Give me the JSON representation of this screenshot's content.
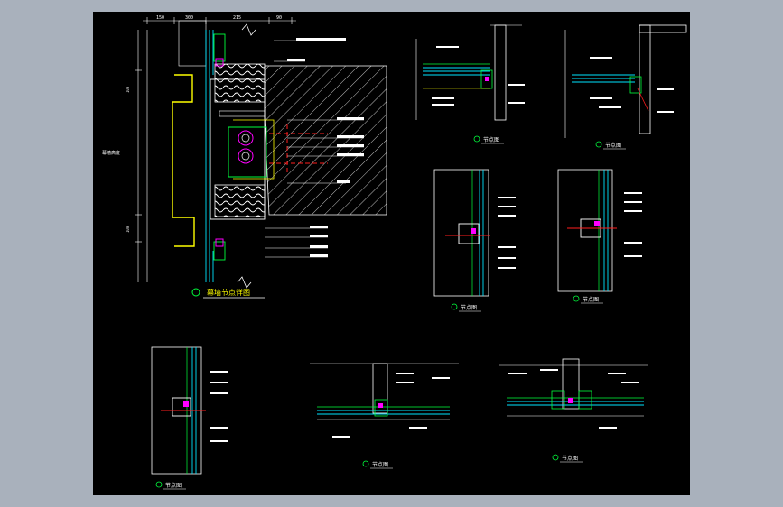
{
  "drawing": {
    "main_title": "幕墙节点详图",
    "detail_titles": [
      "节点图",
      "节点图",
      "节点图",
      "节点图",
      "节点图",
      "节点图",
      "节点图"
    ],
    "dim_labels": [
      "150",
      "300",
      "215",
      "90",
      "100",
      "100"
    ],
    "side_label": "幕墙高度"
  },
  "colors": {
    "canvas": "#000000",
    "frame": "#a9b1bc",
    "line_white": "#ffffff",
    "line_cyan": "#00e5ff",
    "line_green": "#00ff3c",
    "line_yellow": "#ffff00",
    "line_red": "#ff1e1e",
    "line_magenta": "#ff00ff"
  }
}
